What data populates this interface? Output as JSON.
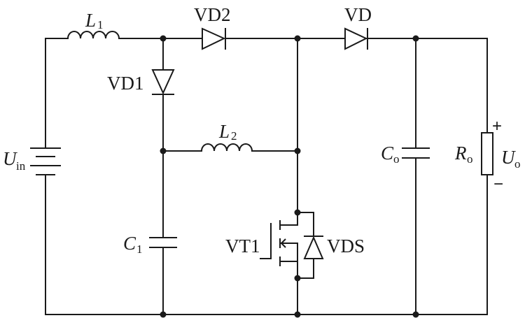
{
  "labels": {
    "L1": {
      "main": "L",
      "sub": "1"
    },
    "L2": {
      "main": "L",
      "sub": "2"
    },
    "C1": {
      "main": "C",
      "sub": "1"
    },
    "Co": {
      "main": "C",
      "sub": "o"
    },
    "Ro": {
      "main": "R",
      "sub": "o"
    },
    "Uo": {
      "main": "U",
      "sub": "o"
    },
    "Uin": {
      "main": "U",
      "sub": "in"
    },
    "VD": "VD",
    "VD1": "VD1",
    "VD2": "VD2",
    "VT1": "VT1",
    "VDS": "VDS"
  },
  "polarity": {
    "plus": "+",
    "minus": "−"
  }
}
